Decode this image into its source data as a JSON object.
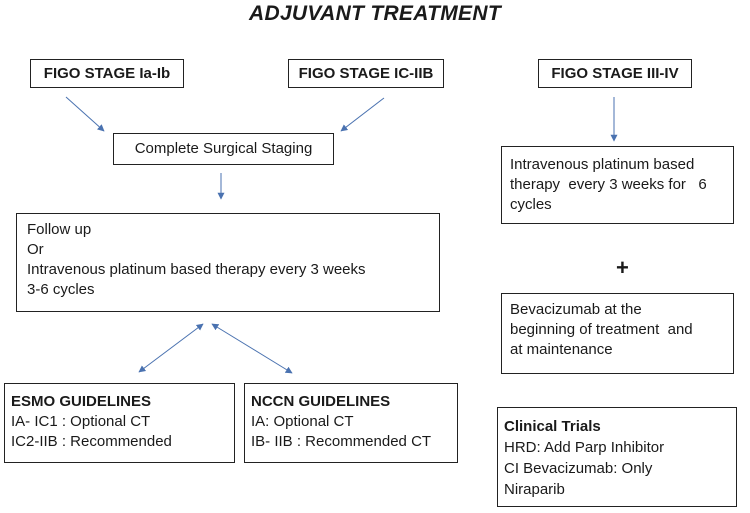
{
  "title": "ADJUVANT TREATMENT",
  "stages": {
    "ia_ib": "FIGO STAGE Ia-Ib",
    "ic_iib": "FIGO STAGE IC-IIB",
    "iii_iv": "FIGO STAGE III-IV"
  },
  "surgical_staging": "Complete Surgical Staging",
  "followup": {
    "lines": [
      "Follow up",
      "Or",
      "Intravenous platinum based therapy  every 3 weeks",
      "3-6 cycles"
    ]
  },
  "iv_therapy": {
    "lines": [
      "Intravenous platinum based",
      "therapy  every 3 weeks for   6",
      "cycles"
    ]
  },
  "plus": "+",
  "bevacizumab": {
    "lines": [
      "Bevacizumab at the",
      "beginning of treatment  and",
      "at maintenance"
    ]
  },
  "esmo": {
    "heading": "ESMO GUIDELINES",
    "lines": [
      "IA- IC1 : Optional CT",
      "IC2-IIB : Recommended"
    ]
  },
  "nccn": {
    "heading": "NCCN GUIDELINES",
    "lines": [
      "IA: Optional CT",
      "IB- IIB : Recommended CT"
    ]
  },
  "trials": {
    "heading": "Clinical Trials",
    "lines": [
      "HRD: Add Parp Inhibitor",
      "CI Bevacizumab: Only",
      "Niraparib"
    ]
  },
  "arrow_color": "#4a72b0"
}
